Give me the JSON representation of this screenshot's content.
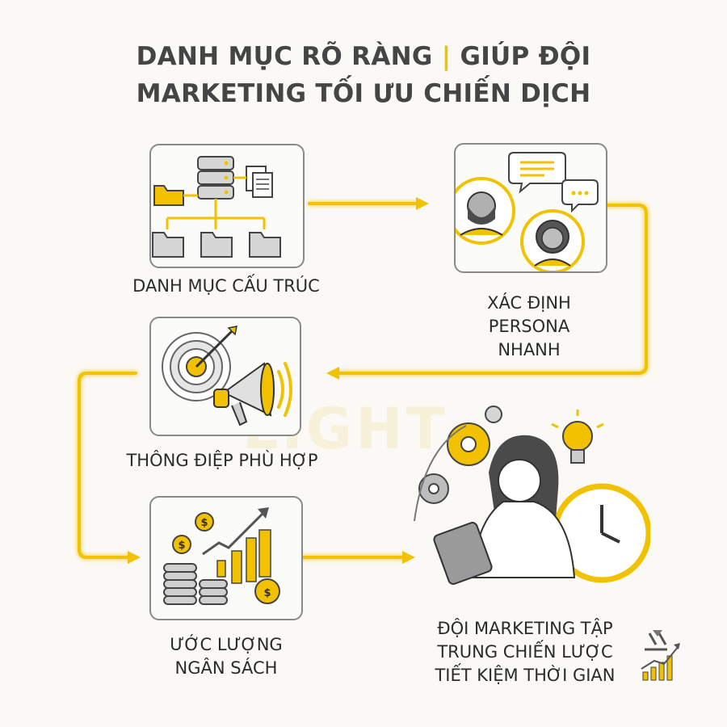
{
  "title": {
    "line1_part1": "DANH MỤC RÕ RÀNG",
    "separator": "|",
    "line1_part2": "GIÚP ĐỘI",
    "line2": "MARKETING TỐI ƯU CHIẾN DỊCH"
  },
  "steps": [
    {
      "label": "DANH MỤC CẤU TRÚC",
      "icon": "folder-hierarchy-icon"
    },
    {
      "label_lines": [
        "XÁC ĐỊNH",
        "PERSONA",
        "NHANH"
      ],
      "icon": "persona-faces-icon"
    },
    {
      "label": "THÔNG ĐIỆP PHÙ HỢP",
      "icon": "target-megaphone-icon"
    },
    {
      "label_lines": [
        "ƯỚC LƯỢNG",
        "NGÂN SÁCH"
      ],
      "icon": "coins-growth-chart-icon"
    }
  ],
  "result": {
    "label_lines": [
      "ĐỘI MARKETING TẬP",
      "TRUNG CHIẾN LƯỢC",
      "TIẾT KIỆM THỜI GIAN"
    ],
    "icons": [
      "woman-tablet-icon",
      "gear-icon",
      "lightbulb-icon",
      "clock-icon",
      "recycle-icon",
      "bar-growth-icon"
    ]
  },
  "watermark": "LIGHT",
  "colors": {
    "accent": "#f2c200",
    "border": "#8a8a8a",
    "text": "#2e2e2e"
  }
}
